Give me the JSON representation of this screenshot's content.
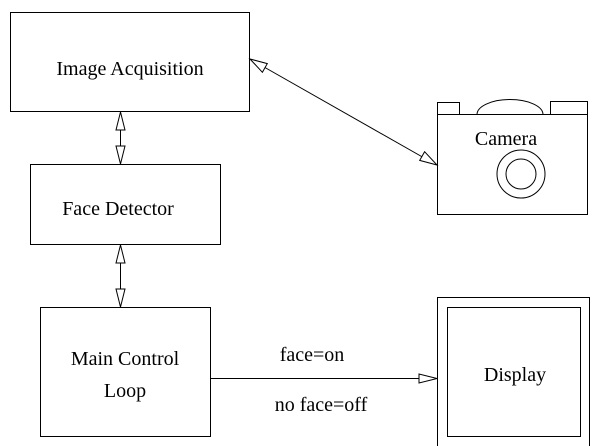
{
  "nodes": {
    "image_acquisition": "Image Acquisition",
    "face_detector": "Face Detector",
    "main_control_loop": [
      "Main Control",
      "Loop"
    ],
    "camera": "Camera",
    "display": "Display"
  },
  "edges": {
    "to_display_labels": [
      "face=on",
      "no face=off"
    ]
  },
  "colors": {
    "stroke": "#000000",
    "background": "#ffffff"
  }
}
